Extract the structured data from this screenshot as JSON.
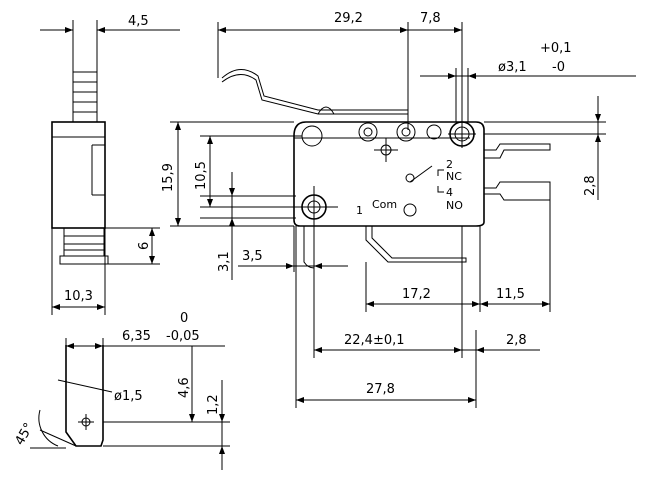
{
  "dimensions": {
    "side_width_top": "4,5",
    "lever_length": "29,2",
    "pivot_offset": "7,8",
    "hole_diameter": "ø3,1",
    "hole_tol_upper": "+0,1",
    "hole_tol_lower": "-0",
    "body_height": "15,9",
    "hole_spacing_v": "10,5",
    "terminal_offset_right": "2,8",
    "plunger_height": "6",
    "side_width": "10,3",
    "mount_edge": "3,1",
    "mount_edge_h": "3,5",
    "term_span": "17,2",
    "term_extend": "11,5",
    "hole_pitch": "22,4±0,1",
    "term_pitch": "2,8",
    "body_length": "27,8",
    "tab_width": "6,35",
    "tab_tol_upper": "0",
    "tab_tol_lower": "-0,05",
    "tab_hole": "ø1,5",
    "tab_hole_pos": "4,6",
    "tab_hole_edge": "1,2",
    "chamfer_angle": "45°"
  },
  "terminals": {
    "nc_number": "2",
    "nc_label": "NC",
    "no_number": "4",
    "no_label": "NO",
    "com_label": "Com",
    "com_number": "1"
  }
}
